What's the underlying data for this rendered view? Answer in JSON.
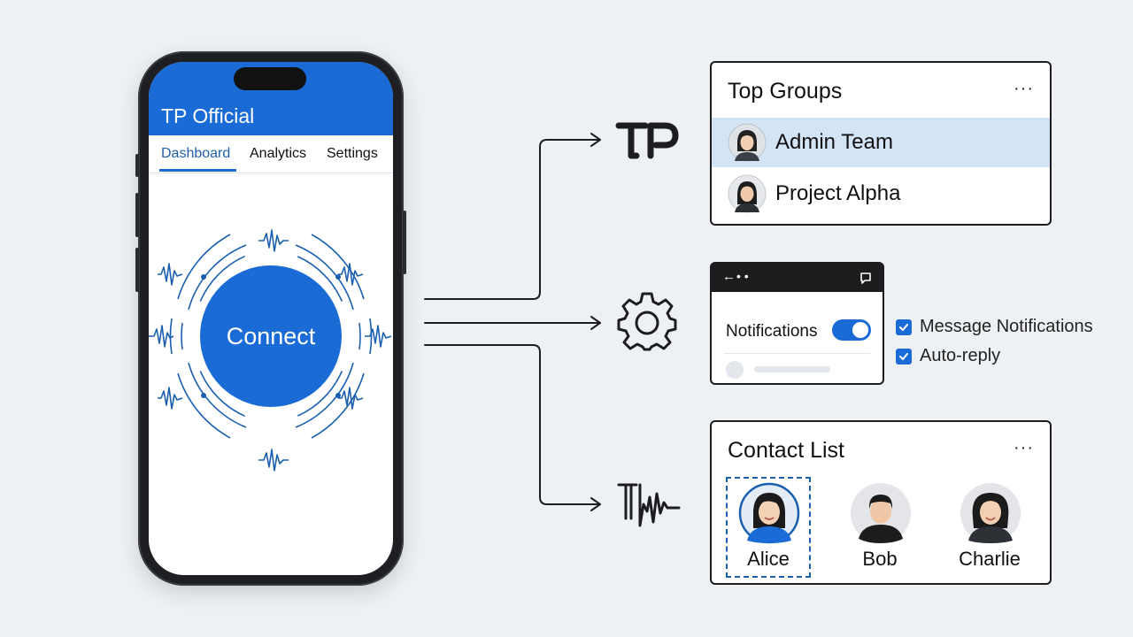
{
  "phone": {
    "app_title": "TP Official",
    "tabs": [
      {
        "label": "Dashboard",
        "active": true
      },
      {
        "label": "Analytics",
        "active": false
      },
      {
        "label": "Settings",
        "active": false
      }
    ],
    "connect_label": "Connect"
  },
  "brand_logo": "TP",
  "icons": {
    "logo": "tp-logo-icon",
    "settings": "gear-icon",
    "waveform": "waveform-icon"
  },
  "top_groups": {
    "title": "Top Groups",
    "more": "···",
    "items": [
      {
        "label": "Admin Team",
        "selected": true
      },
      {
        "label": "Project Alpha",
        "selected": false
      }
    ]
  },
  "settings_panel": {
    "back": "←",
    "dots": "• •",
    "notifications_label": "Notifications",
    "notifications_on": true,
    "options": [
      {
        "label": "Message Notifications",
        "checked": true
      },
      {
        "label": "Auto-reply",
        "checked": true
      }
    ]
  },
  "contact_list": {
    "title": "Contact List",
    "more": "···",
    "contacts": [
      {
        "name": "Alice",
        "selected": true
      },
      {
        "name": "Bob",
        "selected": false
      },
      {
        "name": "Charlie",
        "selected": false
      }
    ]
  },
  "colors": {
    "accent": "#1a6bd6",
    "selected_row": "#d4e4f7",
    "dark": "#1d1d1f",
    "background": "#eef1f4"
  }
}
